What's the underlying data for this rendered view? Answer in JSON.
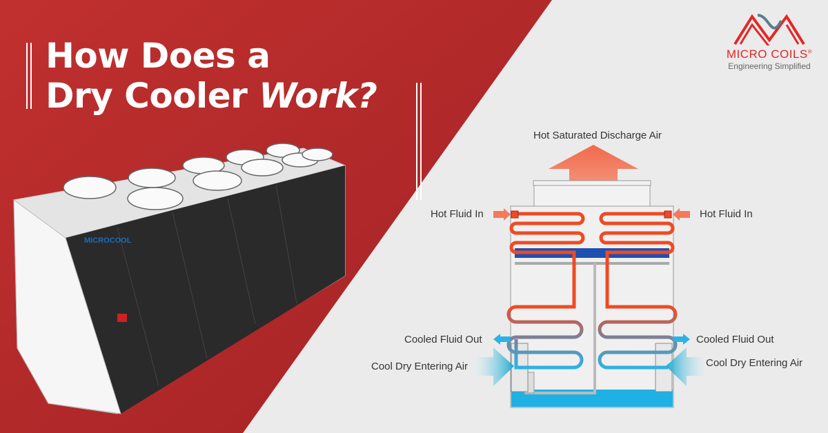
{
  "headline": {
    "line1": "How Does a",
    "line2_plain": "Dry Cooler",
    "line2_italic": "Work?"
  },
  "logo": {
    "name": "MICRO COILS",
    "registered": "®",
    "tagline": "Engineering Simplified"
  },
  "product_brand": "MICROCOOL",
  "diagram": {
    "top_label": "Hot Saturated Discharge Air",
    "hot_in_left": "Hot Fluid In",
    "hot_in_right": "Hot Fluid In",
    "cooled_out_left": "Cooled Fluid Out",
    "cooled_out_right": "Cooled Fluid Out",
    "air_in_left": "Cool Dry Entering Air",
    "air_in_right": "Cool Dry Entering Air"
  },
  "colors": {
    "red_bg": "#b8282a",
    "hot": "#f04a23",
    "cool": "#2cb3e6",
    "brand": "#e52525"
  }
}
